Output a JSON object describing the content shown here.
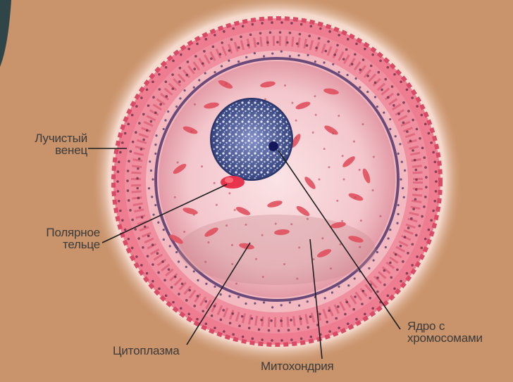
{
  "diagram": {
    "labels": {
      "corona": [
        "Лучистый",
        "венец"
      ],
      "polar_body": [
        "Полярное",
        "тельце"
      ],
      "cytoplasm": [
        "Цитоплазма"
      ],
      "mitochondria": [
        "Митохондрия"
      ],
      "nucleus": [
        "Ядро с",
        "хромосомами"
      ]
    }
  },
  "colors": {
    "background": "#c9936b",
    "halo": "#f8e6dc",
    "corona": "#e8607a",
    "zona": "#f2b0b8",
    "membrane": "#6b4a7a",
    "cytoplasm": "#f5c9cf",
    "nucleus": "#3f4f8f",
    "organelle": "#e0505e"
  }
}
